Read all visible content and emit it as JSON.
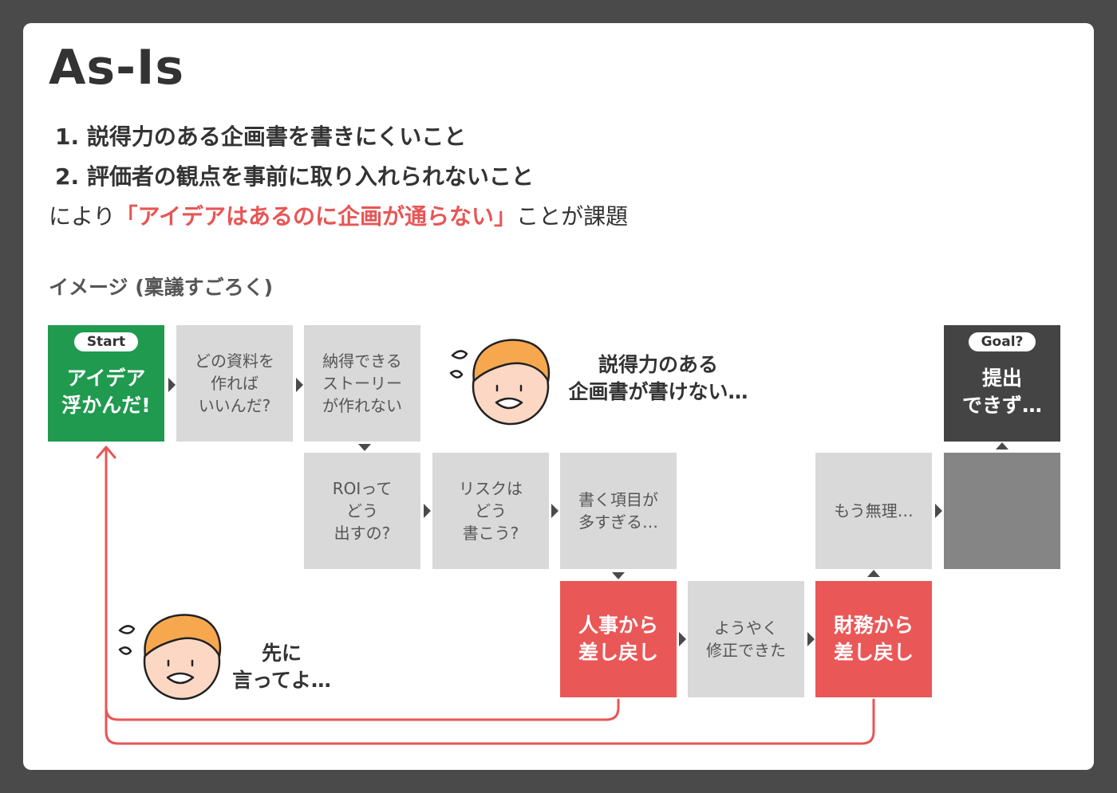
{
  "title": "As-Is",
  "issues": [
    "1. 説得力のある企画書を書きにくいこと",
    "2. 評価者の観点を事前に取り入れられないこと"
  ],
  "summary": {
    "prefix": "により",
    "highlight": "「アイデアはあるのに企画が通らない」",
    "suffix": "ことが課題"
  },
  "image_label": "イメージ (稟議すごろく)",
  "steps": {
    "start": {
      "badge": "Start",
      "label": "アイデア\n浮かんだ!"
    },
    "s1": "どの資料を\n作れば\nいいんだ?",
    "s2": "納得できる\nストーリー\nが作れない",
    "s3": "ROIって\nどう\n出すの?",
    "s4": "リスクは\nどう\n書こう?",
    "s5": "書く項目が\n多すぎる…",
    "hr": "人事から\n差し戻し",
    "s6": "ようやく\n修正できた",
    "fin": "財務から\n差し戻し",
    "s7": "もう無理…",
    "s8": "",
    "goal": {
      "badge": "Goal?",
      "label": "提出\nできず…"
    }
  },
  "speech": {
    "top": "説得力のある\n企画書が書けない…",
    "bottom": "先に\n言ってよ…"
  },
  "colors": {
    "green": "#1f9a4f",
    "red": "#ea5757",
    "dark": "#444444",
    "gray": "#d9d9d9",
    "mid": "#858585"
  }
}
